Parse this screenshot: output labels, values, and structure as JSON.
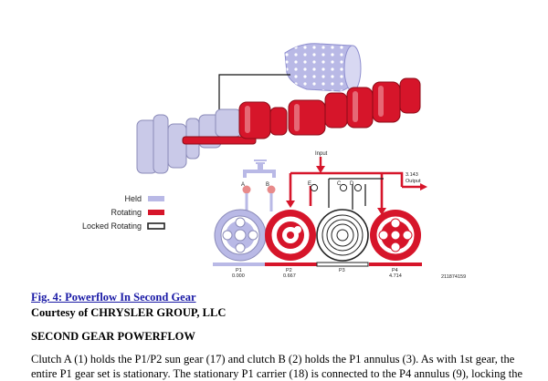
{
  "figure": {
    "legend": {
      "held": "Held",
      "rotating": "Rotating",
      "locked_rotating": "Locked Rotating"
    },
    "labels": {
      "input": "Input",
      "output_ratio": "3.143",
      "output": "Output",
      "clutch_a": "A",
      "clutch_b": "B",
      "clutch_c": "C",
      "clutch_d": "D",
      "clutch_e": "E",
      "p1": "P1",
      "p1_ratio": "0.000",
      "p2": "P2",
      "p2_ratio": "0.667",
      "p3": "P3",
      "p4": "P4",
      "p4_ratio": "4.714",
      "figure_id": "211874159"
    },
    "colors": {
      "held": "#b9b9e6",
      "rotating": "#d6152a",
      "locked": "#222222"
    }
  },
  "caption": {
    "link": "Fig. 4: Powerflow In Second Gear",
    "courtesy": "Courtesy of CHRYSLER GROUP, LLC"
  },
  "section": {
    "heading": "SECOND GEAR POWERFLOW",
    "body": "Clutch A (1) holds the P1/P2 sun gear (17) and clutch B (2) holds the P1 annulus (3). As with 1st gear, the entire P1 gear set is stationary. The stationary P1 carrier (18) is connected to the P4 annulus (9), locking the"
  }
}
